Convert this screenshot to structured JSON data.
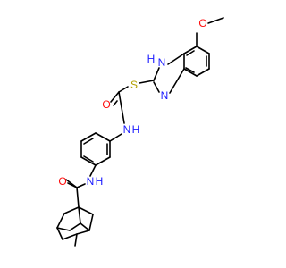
{
  "colors": {
    "bond": "#000000",
    "carbon": "#000000",
    "nitrogen": "#1a1aff",
    "oxygen": "#ff0d0d",
    "sulfur": "#b2a000",
    "background": "#ffffff"
  },
  "atoms": {
    "methoxy_o": "O",
    "imidazole_nh": "N",
    "imidazole_nh_h": "H",
    "imidazole_n": "N",
    "thioether_s": "S",
    "acetamide_o": "O",
    "acetamide_nh": "N",
    "acetamide_nh_h": "H",
    "carboxamide_o": "O",
    "carboxamide_nh": "N",
    "carboxamide_nh_h": "H"
  }
}
